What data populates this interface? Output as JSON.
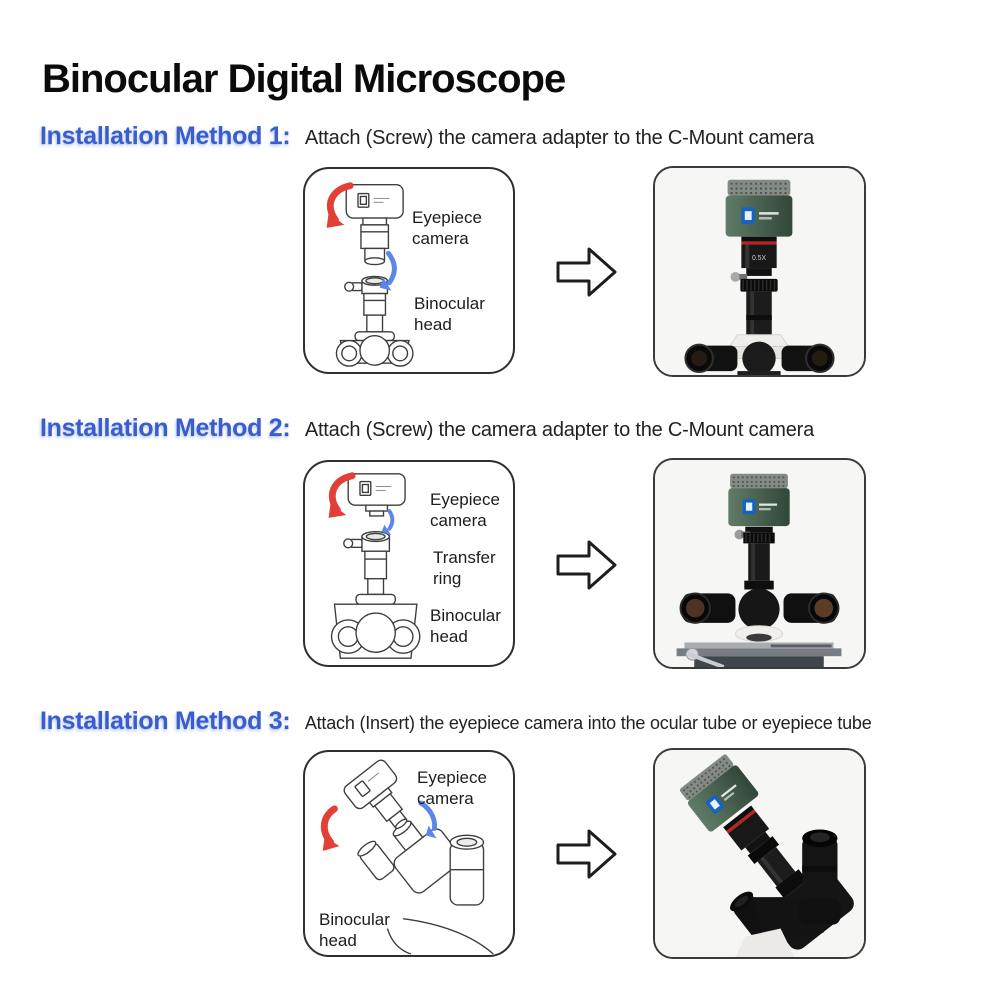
{
  "title": "Binocular Digital Microscope",
  "sections": [
    {
      "heading": "Installation Method 1:",
      "description": "Attach (Screw) the camera adapter to the C-Mount camera",
      "diagram": {
        "label_camera": "Eyepiece camera",
        "label_head": "Binocular head"
      },
      "photo": {
        "adapter_marking": "0.5X"
      }
    },
    {
      "heading": "Installation Method 2:",
      "description": "Attach (Screw) the camera adapter to the C-Mount camera",
      "diagram": {
        "label_camera": "Eyepiece camera",
        "label_ring": "Transfer ring",
        "label_head": "Binocular head"
      }
    },
    {
      "heading": "Installation Method 3:",
      "description": "Attach (Insert) the eyepiece camera into the ocular tube or eyepiece tube",
      "diagram": {
        "label_camera": "Eyepiece camera",
        "label_head": "Binocular head"
      }
    }
  ],
  "colors": {
    "heading_blue": "#3a5ccd",
    "text_dark": "#1f1f1f",
    "box_border": "#2f2f2f",
    "rotate_arrow_red": "#e23f37",
    "insert_arrow_blue": "#5c87e8",
    "camera_green": "#49614f",
    "usb_logo_blue": "#1563c0"
  }
}
